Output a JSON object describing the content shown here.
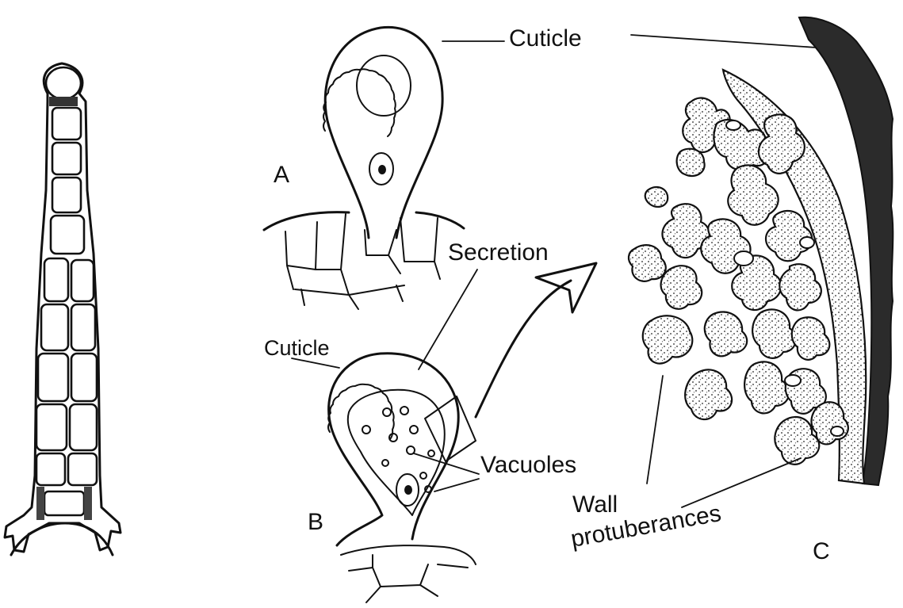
{
  "labels": {
    "cuticle_top": "Cuticle",
    "cuticle_b": "Cuticle",
    "secretion": "Secretion",
    "vacuoles": "Vacuoles",
    "wall": "Wall",
    "protuberances": "protuberances",
    "panel_a": "A",
    "panel_b": "B",
    "panel_c": "C"
  },
  "colors": {
    "ink": "#111111",
    "background": "#ffffff",
    "cuticle_fill": "#2b2b2b"
  }
}
